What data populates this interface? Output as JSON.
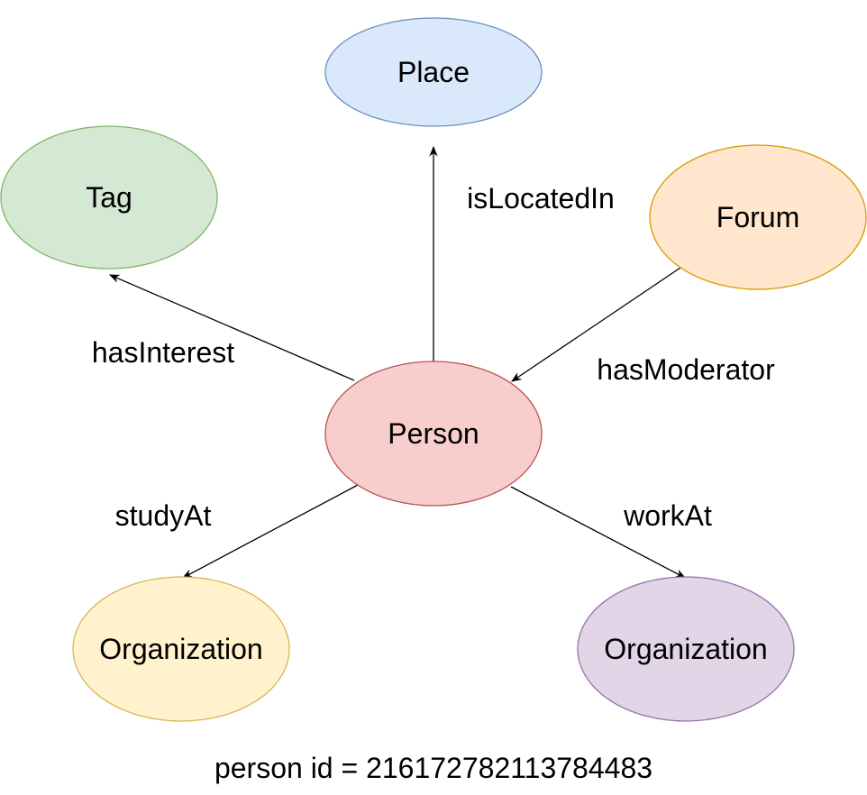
{
  "nodes": {
    "place": {
      "label": "Place",
      "fill": "#dae8fc",
      "stroke": "#6c8ebf"
    },
    "tag": {
      "label": "Tag",
      "fill": "#d5e8d4",
      "stroke": "#82b366"
    },
    "forum": {
      "label": "Forum",
      "fill": "#ffe6cc",
      "stroke": "#d79b00"
    },
    "person": {
      "label": "Person",
      "fill": "#f8cecc",
      "stroke": "#b85450"
    },
    "org_study": {
      "label": "Organization",
      "fill": "#fff2cc",
      "stroke": "#d6b656"
    },
    "org_work": {
      "label": "Organization",
      "fill": "#e1d5e7",
      "stroke": "#9673a6"
    }
  },
  "edges": {
    "is_located_in": {
      "label": "isLocatedIn",
      "from": "Person",
      "to": "Place"
    },
    "has_interest": {
      "label": "hasInterest",
      "from": "Person",
      "to": "Tag"
    },
    "has_moderator": {
      "label": "hasModerator",
      "from": "Forum",
      "to": "Person"
    },
    "study_at": {
      "label": "studyAt",
      "from": "Person",
      "to": "Organization"
    },
    "work_at": {
      "label": "workAt",
      "from": "Person",
      "to": "Organization"
    }
  },
  "caption": "person id = 216172782113784483"
}
